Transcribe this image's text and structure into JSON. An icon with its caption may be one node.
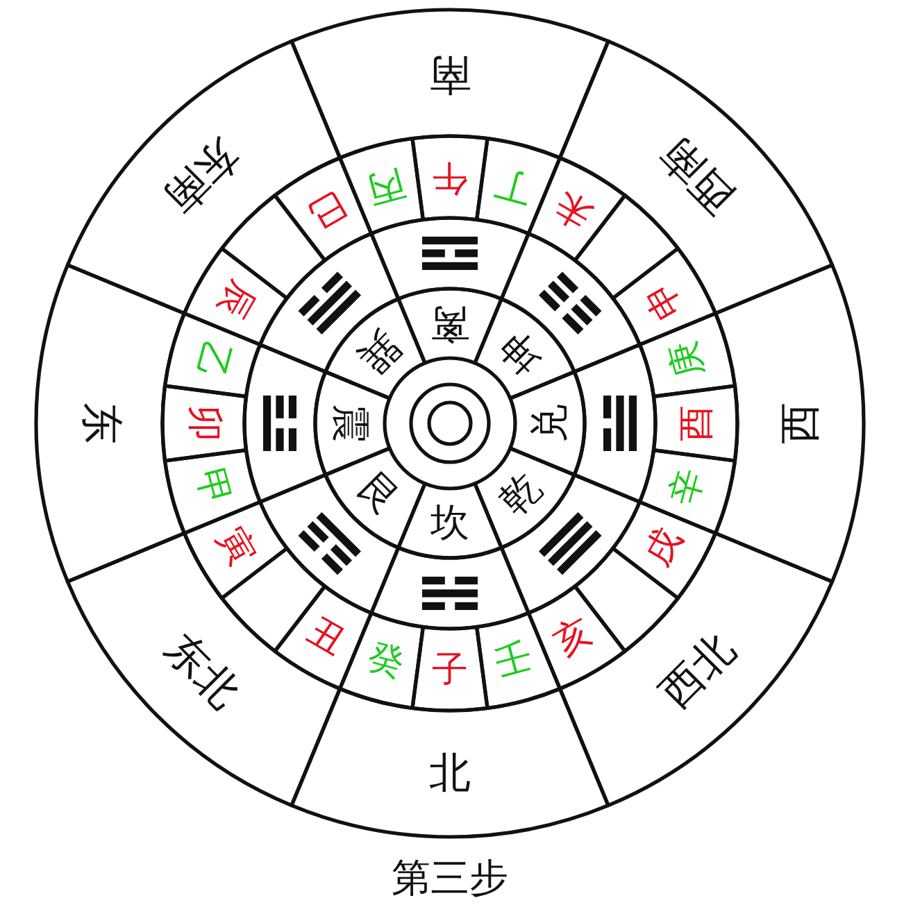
{
  "diagram": {
    "caption": "第三步",
    "nodes": [
      {
        "text": [
          "南"
        ]
      },
      {
        "text": [
          "西南"
        ]
      },
      {
        "text": [
          "西"
        ]
      },
      {
        "text": [
          "西北"
        ]
      },
      {
        "text": [
          "北"
        ]
      },
      {
        "text": [
          "东北"
        ]
      },
      {
        "text": [
          "东"
        ]
      },
      {
        "text": [
          "东南"
        ]
      },
      {
        "text": [
          "午"
        ]
      },
      {
        "text": [
          "丁"
        ]
      },
      {
        "text": [
          "未"
        ]
      },
      {
        "text": [],
        "shape": "box"
      },
      {
        "text": [
          "申"
        ]
      },
      {
        "text": [
          "庚"
        ]
      },
      {
        "text": [
          "酉"
        ]
      },
      {
        "text": [
          "辛"
        ]
      },
      {
        "text": [
          "戌"
        ]
      },
      {
        "text": [],
        "shape": "box"
      },
      {
        "text": [
          "亥"
        ]
      },
      {
        "text": [
          "壬"
        ]
      },
      {
        "text": [
          "子"
        ]
      },
      {
        "text": [
          "癸"
        ]
      },
      {
        "text": [
          "丑"
        ]
      },
      {
        "text": [],
        "shape": "box"
      },
      {
        "text": [
          "寅"
        ]
      },
      {
        "text": [
          "甲"
        ]
      },
      {
        "text": [
          "卯"
        ]
      },
      {
        "text": [
          "乙"
        ]
      },
      {
        "text": [
          "辰"
        ]
      },
      {
        "text": [],
        "shape": "box"
      },
      {
        "text": [
          "巳"
        ]
      },
      {
        "text": [
          "丙"
        ]
      },
      {
        "text": [],
        "shape": "picture"
      },
      {
        "text": [],
        "shape": "picture"
      },
      {
        "text": [],
        "shape": "picture"
      },
      {
        "text": [],
        "shape": "picture"
      },
      {
        "text": [],
        "shape": "picture"
      },
      {
        "text": [],
        "shape": "picture"
      },
      {
        "text": [],
        "shape": "picture"
      },
      {
        "text": [],
        "shape": "picture"
      },
      {
        "text": [
          "离"
        ]
      },
      {
        "text": [
          "坤"
        ]
      },
      {
        "text": [
          "兑"
        ]
      },
      {
        "text": [
          "乾"
        ]
      },
      {
        "text": [
          "坎"
        ]
      },
      {
        "text": [
          "艮"
        ]
      },
      {
        "text": [
          "震"
        ]
      },
      {
        "text": [
          "巽"
        ]
      }
    ]
  }
}
